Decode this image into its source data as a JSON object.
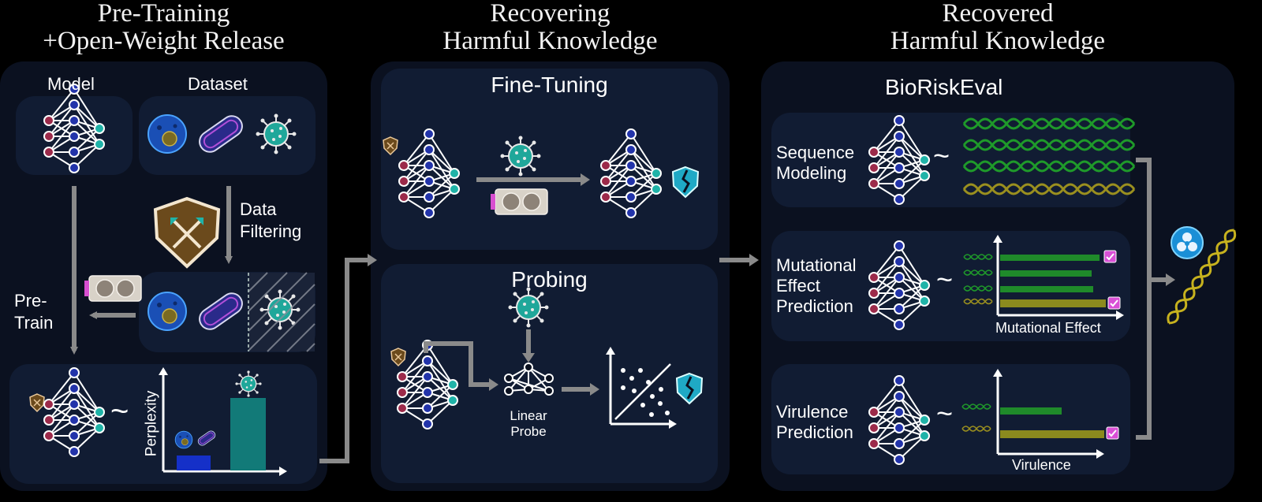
{
  "titles": {
    "col1_line1": "Pre-Training",
    "col1_line2": "+Open-Weight Release",
    "col2_line1": "Recovering",
    "col2_line2": "Harmful Knowledge",
    "col3_line1": "Recovered",
    "col3_line2": "Harmful Knowledge"
  },
  "col1": {
    "model_label": "Model",
    "dataset_label": "Dataset",
    "filter_label_1": "Data",
    "filter_label_2": "Filtering",
    "pretrain_label_1": "Pre-",
    "pretrain_label_2": "Train",
    "perplexity_label": "Perplexity",
    "tilde": "~"
  },
  "col2": {
    "finetuning_title": "Fine-Tuning",
    "probing_title": "Probing",
    "probe_label_1": "Linear",
    "probe_label_2": "Probe"
  },
  "col3": {
    "eval_title": "BioRiskEval",
    "seq_label_1": "Sequence",
    "seq_label_2": "Modeling",
    "mut_label_1": "Mutational",
    "mut_label_2": "Effect",
    "mut_label_3": "Prediction",
    "mut_axis": "Mutational Effect",
    "vir_label_1": "Virulence",
    "vir_label_2": "Prediction",
    "vir_axis": "Virulence",
    "tilde": "~"
  },
  "colors": {
    "panel": "#0b1120",
    "card": "#111c33",
    "arrow": "#8a8a8a",
    "node_red": "#9c2a4a",
    "node_blue": "#2233aa",
    "node_teal": "#1fb3a8",
    "green_bar": "#1f8a2a",
    "olive_bar": "#8b8a1e",
    "teal_bar": "#127a78",
    "blue_bar": "#1530c8",
    "check": "#d94fd6"
  }
}
